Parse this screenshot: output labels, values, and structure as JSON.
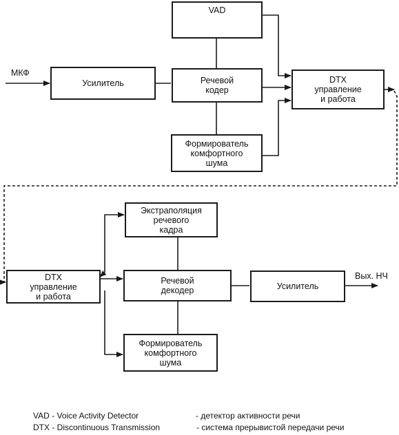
{
  "encoder": {
    "input_label": "МКФ",
    "amplifier": "Усилитель",
    "vad": "VAD",
    "speech_coder": "Речевой\nкодер",
    "comfort_noise": "Формирователь\nкомфортного\nшума",
    "dtx": "DTX\nуправление\nи работа"
  },
  "decoder": {
    "dtx": "DTX\nуправление\nи работа",
    "extrapolation": "Экстраполяция\nречевого\nкадра",
    "speech_decoder": "Речевой\nдекодер",
    "comfort_noise": "Формирователь\nкомфортного\nшума",
    "amplifier": "Усилитель",
    "output_label": "Вых. НЧ"
  },
  "legend": {
    "vad_term": "VAD - Voice Activity Detector",
    "vad_desc": "- детектор активности речи",
    "dtx_term": "DTX - Discontinuous Transmission",
    "dtx_desc": "- система прерывистой передачи речи"
  }
}
